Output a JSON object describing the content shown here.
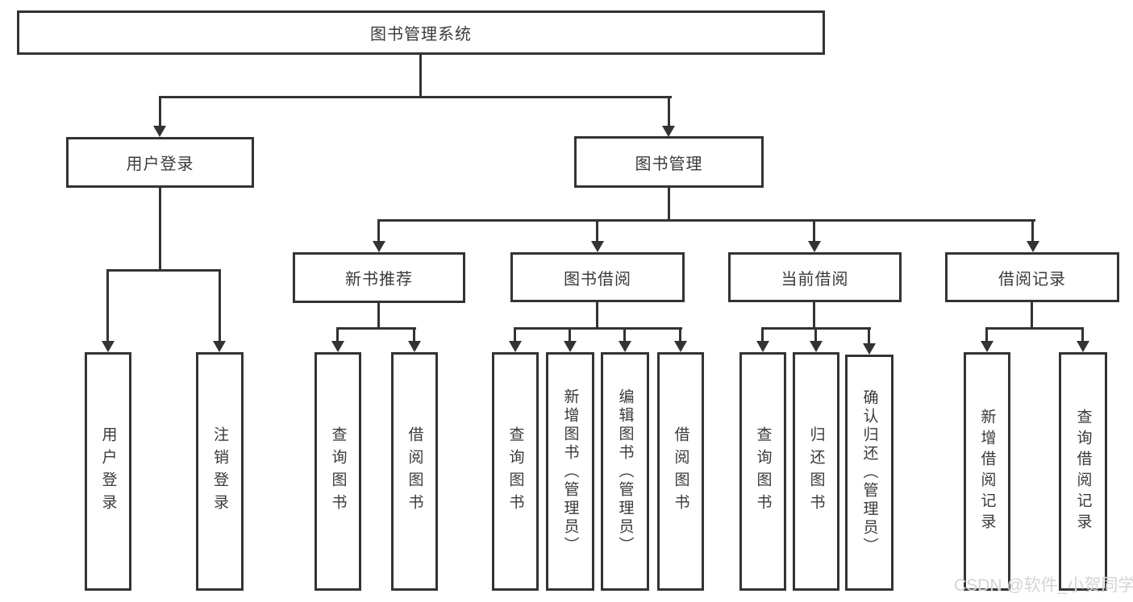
{
  "diagram": {
    "root": {
      "label": "图书管理系统"
    },
    "branches": [
      {
        "label": "用户登录",
        "leaves": [
          {
            "label": "用户登录"
          },
          {
            "label": "注销登录"
          }
        ]
      },
      {
        "label": "图书管理",
        "groups": [
          {
            "label": "新书推荐",
            "leaves": [
              {
                "label": "查询图书"
              },
              {
                "label": "借阅图书"
              }
            ]
          },
          {
            "label": "图书借阅",
            "leaves": [
              {
                "label": "查询图书"
              },
              {
                "label": "新增图书（管理员）"
              },
              {
                "label": "编辑图书（管理员）"
              },
              {
                "label": "借阅图书"
              }
            ]
          },
          {
            "label": "当前借阅",
            "leaves": [
              {
                "label": "查询图书"
              },
              {
                "label": "归还图书"
              },
              {
                "label": "确认归还（管理员）"
              }
            ]
          },
          {
            "label": "借阅记录",
            "leaves": [
              {
                "label": "新增借阅记录"
              },
              {
                "label": "查询借阅记录"
              }
            ]
          }
        ]
      }
    ]
  },
  "watermark": {
    "text": "CSDN @软件_小贺同学"
  },
  "colors": {
    "line": "#333333",
    "text": "#3a3a3a",
    "box_bg": "#ffffff",
    "page_bg": "#ffffff",
    "watermark": "#d4d4d4"
  }
}
